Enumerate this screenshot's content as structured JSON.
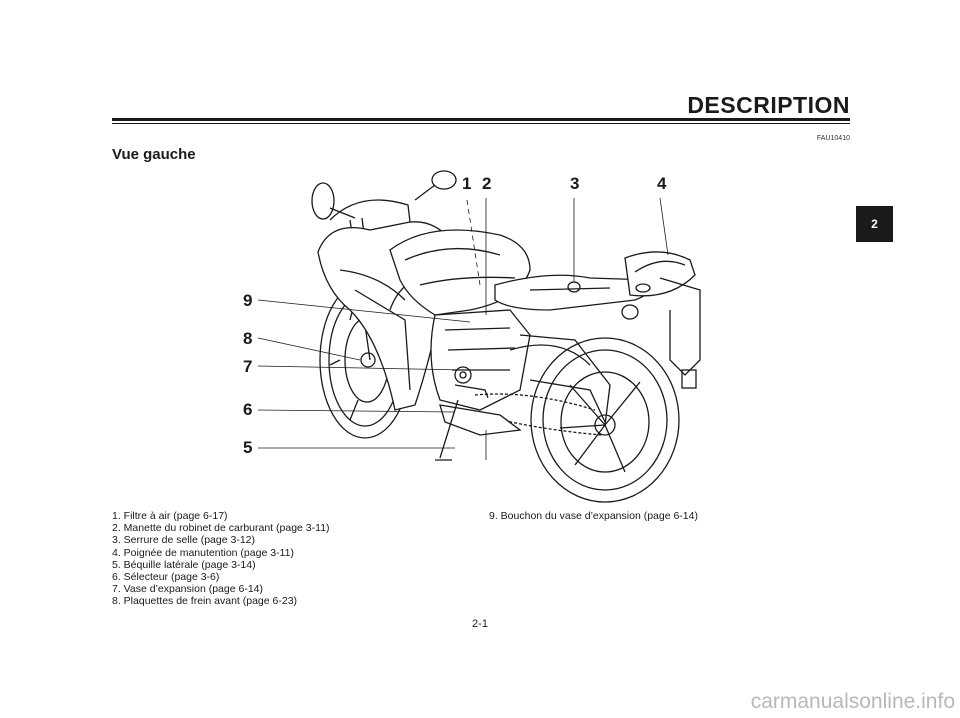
{
  "header": {
    "title": "DESCRIPTION",
    "code": "FAU10410"
  },
  "section_title": "Vue gauche",
  "chapter_tab": "2",
  "figure": {
    "callouts": [
      "1",
      "2",
      "3",
      "4",
      "5",
      "6",
      "7",
      "8",
      "9"
    ]
  },
  "legend": {
    "left": [
      "1. Filtre à air (page 6-17)",
      "2. Manette du robinet de carburant (page 3-11)",
      "3. Serrure de selle (page 3-12)",
      "4. Poignée de manutention (page 3-11)",
      "5. Béquille latérale (page 3-14)",
      "6. Sélecteur (page 3-6)",
      "7. Vase d’expansion (page 6-14)",
      "8. Plaquettes de frein avant (page 6-23)"
    ],
    "right": [
      "9. Bouchon du vase d’expansion (page 6-14)"
    ]
  },
  "page_number": "2-1",
  "watermark": "carmanualsonline.info"
}
